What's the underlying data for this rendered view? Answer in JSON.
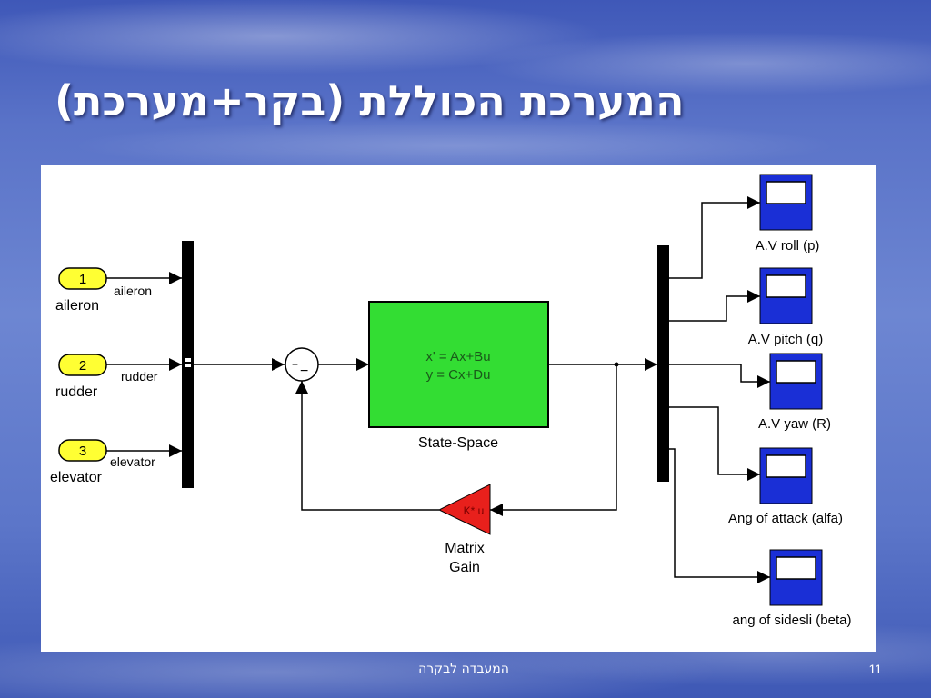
{
  "slide": {
    "title": "המערכת הכוללת (בקר+מערכת)",
    "footer": "המעבדה לבקרה",
    "page_number": "11"
  },
  "diagram": {
    "inports": [
      {
        "number": "1",
        "name": "aileron",
        "signal": "aileron"
      },
      {
        "number": "2",
        "name": "rudder",
        "signal": "rudder"
      },
      {
        "number": "3",
        "name": "elevator",
        "signal": "elevator"
      }
    ],
    "sum": {
      "symbol_plus": "+",
      "symbol_minus": "−"
    },
    "state_space": {
      "eq1": "x' = Ax+Bu",
      "eq2": "y = Cx+Du",
      "label": "State-Space"
    },
    "gain": {
      "symbol": "K* u",
      "label_line1": "Matrix",
      "label_line2": "Gain"
    },
    "scopes": [
      {
        "label": "A.V roll (p)"
      },
      {
        "label": "A.V pitch (q)"
      },
      {
        "label": "A.V yaw (R)"
      },
      {
        "label": "Ang of attack (alfa)"
      },
      {
        "label": "ang of  sidesli (beta)"
      }
    ],
    "colors": {
      "inport_fill": "#ffff33",
      "state_space_fill": "#33dd33",
      "gain_fill": "#e8201c",
      "scope_fill": "#1a2fd6",
      "line": "#000000"
    }
  }
}
